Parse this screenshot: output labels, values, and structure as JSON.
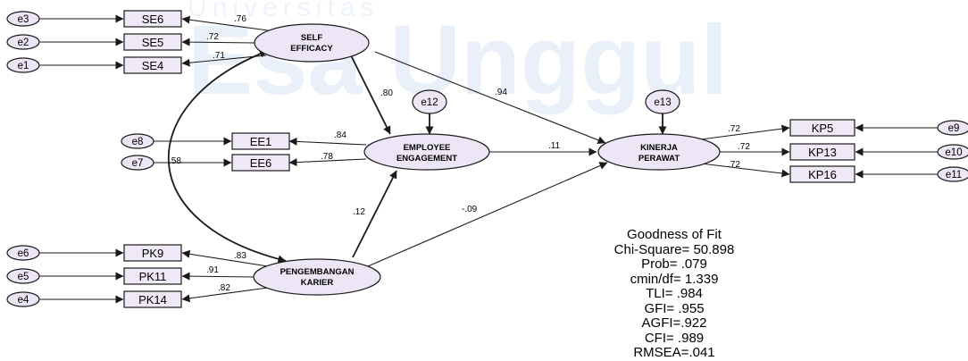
{
  "watermark": {
    "main": "Esa Unggul",
    "sub": "Universitas"
  },
  "latent": {
    "se": [
      "SELF",
      "EFFICACY"
    ],
    "ee": [
      "EMPLOYEE",
      "ENGAGEMENT"
    ],
    "kp": [
      "KINERJA",
      "PERAWAT"
    ],
    "pk": [
      "PENGEMBANGAN",
      "KARIER"
    ]
  },
  "indicators": {
    "SE6": "SE6",
    "SE5": "SE5",
    "SE4": "SE4",
    "EE1": "EE1",
    "EE6": "EE6",
    "PK9": "PK9",
    "PK11": "PK11",
    "PK14": "PK14",
    "KP5": "KP5",
    "KP13": "KP13",
    "KP16": "KP16"
  },
  "errors": {
    "e1": "e1",
    "e2": "e2",
    "e3": "e3",
    "e4": "e4",
    "e5": "e5",
    "e6": "e6",
    "e7": "e7",
    "e8": "e8",
    "e9": "e9",
    "e10": "e10",
    "e11": "e11",
    "e12": "e12",
    "e13": "e13"
  },
  "loadings": {
    "SE6": ".76",
    "SE5": ".72",
    "SE4": ".71",
    "EE1": ".84",
    "EE6": ".78",
    "PK9": ".83",
    "PK11": ".91",
    "PK14": ".82",
    "KP5": ".72",
    "KP13": ".72",
    "KP16": ".72"
  },
  "paths": {
    "se_ee": ".80",
    "se_kp": ".94",
    "ee_kp": ".11",
    "pk_ee": ".12",
    "pk_kp": "-.09",
    "se_pk_cov": ".58"
  },
  "goodness_of_fit": {
    "title": "Goodness of Fit",
    "chi_square": "Chi-Square= 50.898",
    "prob": "Prob= .079",
    "cmin_df": "cmin/df= 1.339",
    "tli": "TLI= .984",
    "gfi": "GFI= .955",
    "agfi": "AGFI=.922",
    "cfi": "CFI= .989",
    "rmsea": "RMSEA=.041"
  }
}
